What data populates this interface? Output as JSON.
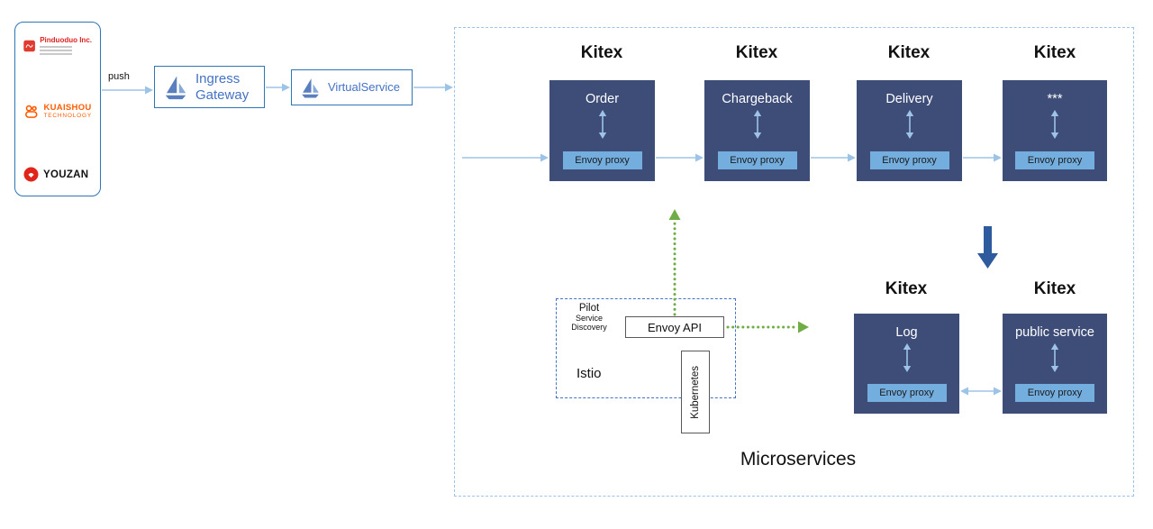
{
  "clients": {
    "pinduoduo": {
      "name": "Pinduoduo Inc."
    },
    "kuaishou": {
      "line1": "KUAISHOU",
      "line2": "TECHNOLOGY"
    },
    "youzan": {
      "name": "YOUZAN"
    }
  },
  "flow": {
    "push_label": "push",
    "ingress_gateway_label": "Ingress Gateway",
    "virtual_service_label": "VirtualService"
  },
  "microservices": {
    "title": "Microservices",
    "framework_label": "Kitex",
    "envoy_proxy_label": "Envoy proxy",
    "top_services": [
      {
        "name": "Order"
      },
      {
        "name": "Chargeback"
      },
      {
        "name": "Delivery"
      },
      {
        "name": "***"
      }
    ],
    "bottom_services": [
      {
        "name": "Log"
      },
      {
        "name": "public service"
      }
    ]
  },
  "istio": {
    "pilot_label": "Pilot",
    "pilot_sublabel": "Service Discovery",
    "envoy_api_label": "Envoy API",
    "name_label": "Istio",
    "kubernetes_label": "Kubernetes"
  },
  "colors": {
    "service_box": "#3e4d78",
    "envoy_button": "#74aede",
    "arrow_blue": "#9dc3e6",
    "arrow_green": "#70ad47",
    "thick_arrow": "#2e5a9e",
    "outline_blue": "#2e75b6",
    "istio_blue": "#4472c4",
    "dashed_light": "#9dc3e6"
  }
}
